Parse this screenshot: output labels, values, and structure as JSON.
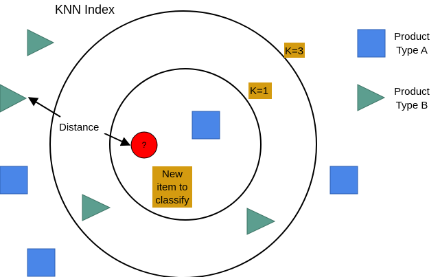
{
  "diagram": {
    "title": "KNN Index",
    "labels": {
      "k3": "K=3",
      "k1": "K=1",
      "distance": "Distance",
      "new_item_line1": "New",
      "new_item_line2": "item to",
      "new_item_line3": "classify",
      "unknown_marker": "?"
    },
    "legend": {
      "type_a_line1": "Product",
      "type_a_line2": "Type A",
      "type_b_line1": "Product",
      "type_b_line2": "Type B"
    },
    "colors": {
      "product_type_a": "#4a86e8",
      "product_type_a_stroke": "#2d5fb0",
      "product_type_b": "#5c9e8f",
      "product_type_b_stroke": "#3e7466",
      "new_item": "#ff0000",
      "label_box": "#d49b10"
    }
  }
}
